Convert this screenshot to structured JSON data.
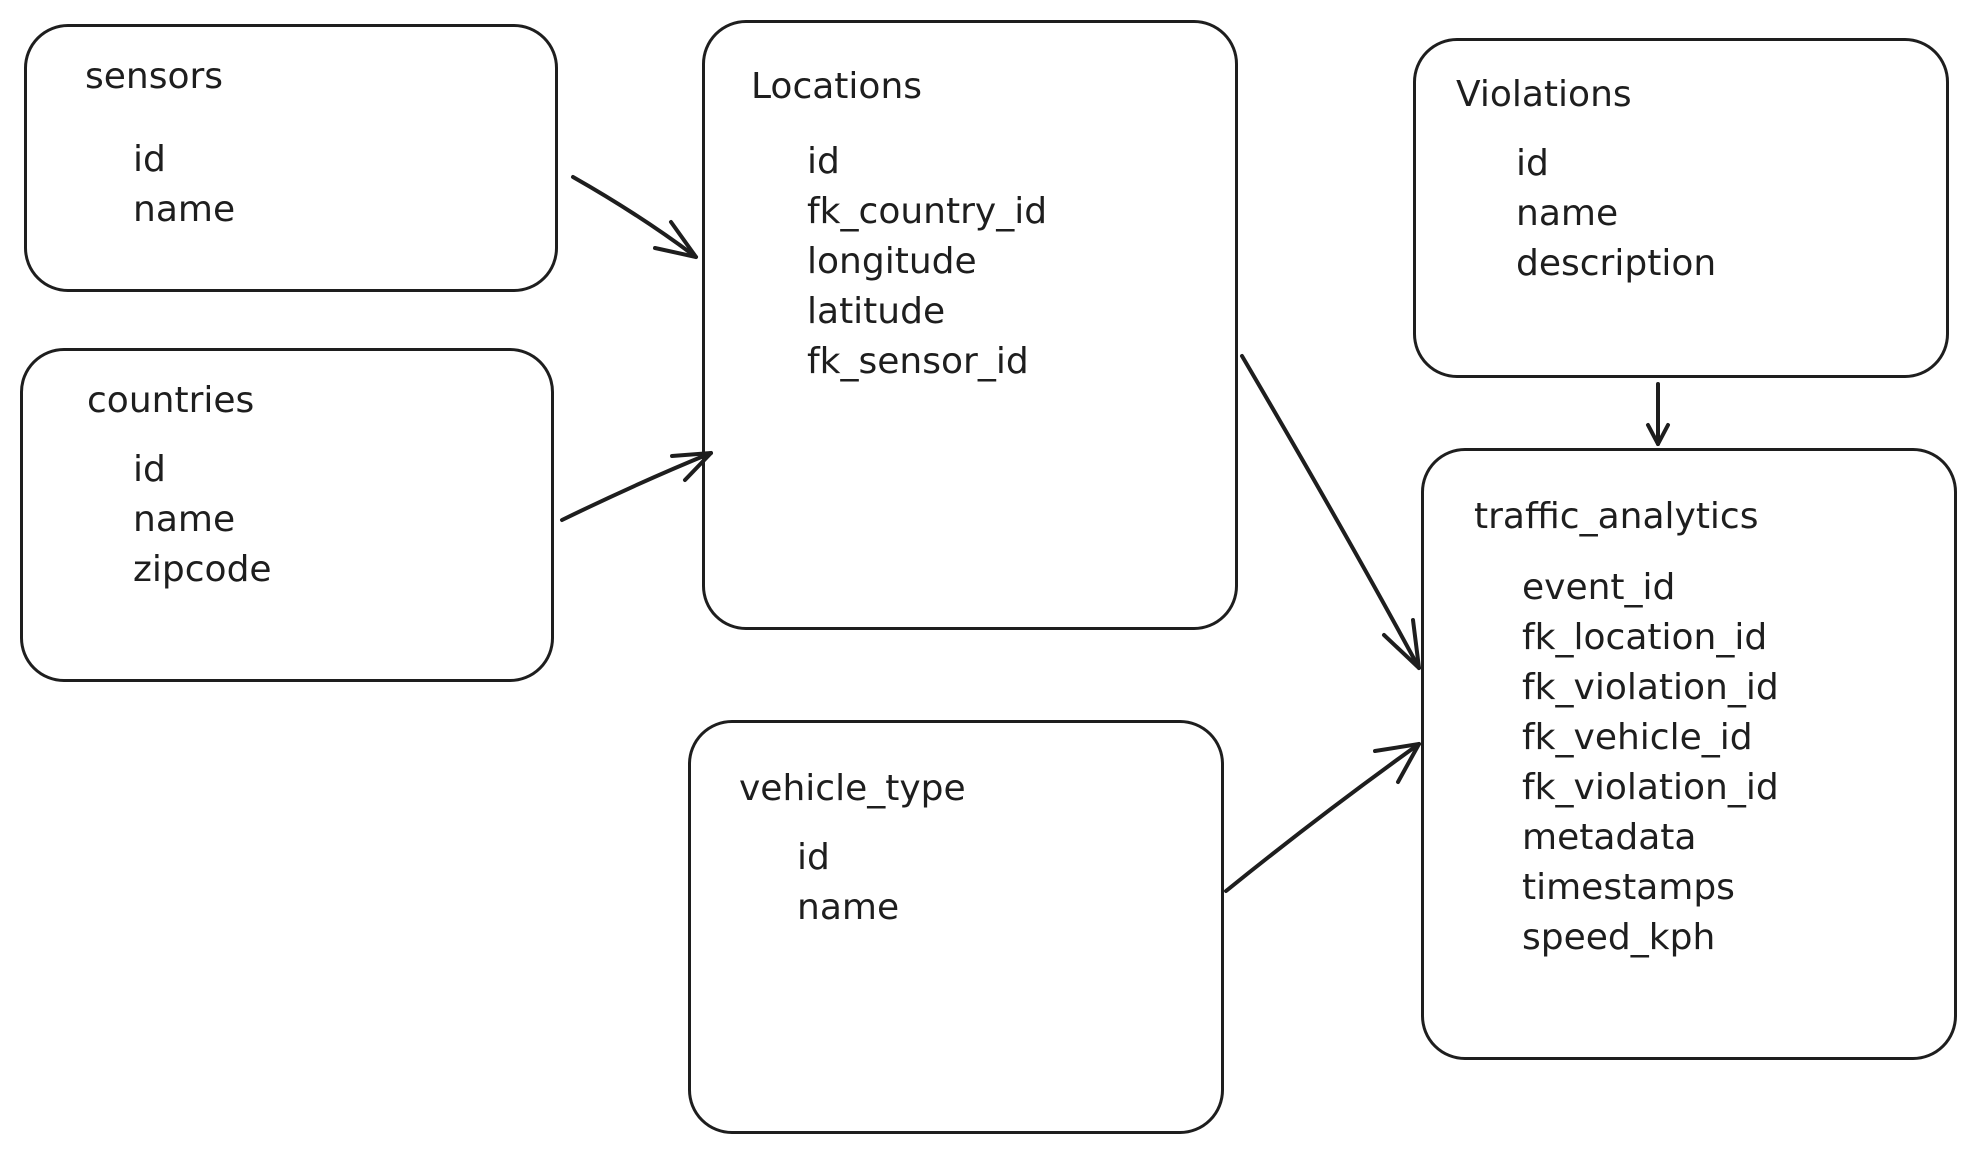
{
  "diagram": {
    "entities": [
      {
        "id": "sensors",
        "title": "sensors",
        "fields": [
          "id",
          "name"
        ]
      },
      {
        "id": "countries",
        "title": "countries",
        "fields": [
          "id",
          "name",
          "zipcode"
        ]
      },
      {
        "id": "locations",
        "title": "Locations",
        "fields": [
          "id",
          "fk_country_id",
          "longitude",
          "latitude",
          "fk_sensor_id"
        ]
      },
      {
        "id": "violations",
        "title": "Violations",
        "fields": [
          "id",
          "name",
          "description"
        ]
      },
      {
        "id": "vehicle_type",
        "title": "vehicle_type",
        "fields": [
          "id",
          "name"
        ]
      },
      {
        "id": "traffic_analytics",
        "title": "traffic_analytics",
        "fields": [
          "event_id",
          "fk_location_id",
          "fk_violation_id",
          "fk_vehicle_id",
          "fk_violation_id",
          "metadata",
          "timestamps",
          "speed_kph"
        ]
      }
    ],
    "edges": [
      {
        "from": "sensors",
        "to": "locations"
      },
      {
        "from": "countries",
        "to": "locations"
      },
      {
        "from": "locations",
        "to": "traffic_analytics"
      },
      {
        "from": "violations",
        "to": "traffic_analytics"
      },
      {
        "from": "vehicle_type",
        "to": "traffic_analytics"
      }
    ]
  }
}
